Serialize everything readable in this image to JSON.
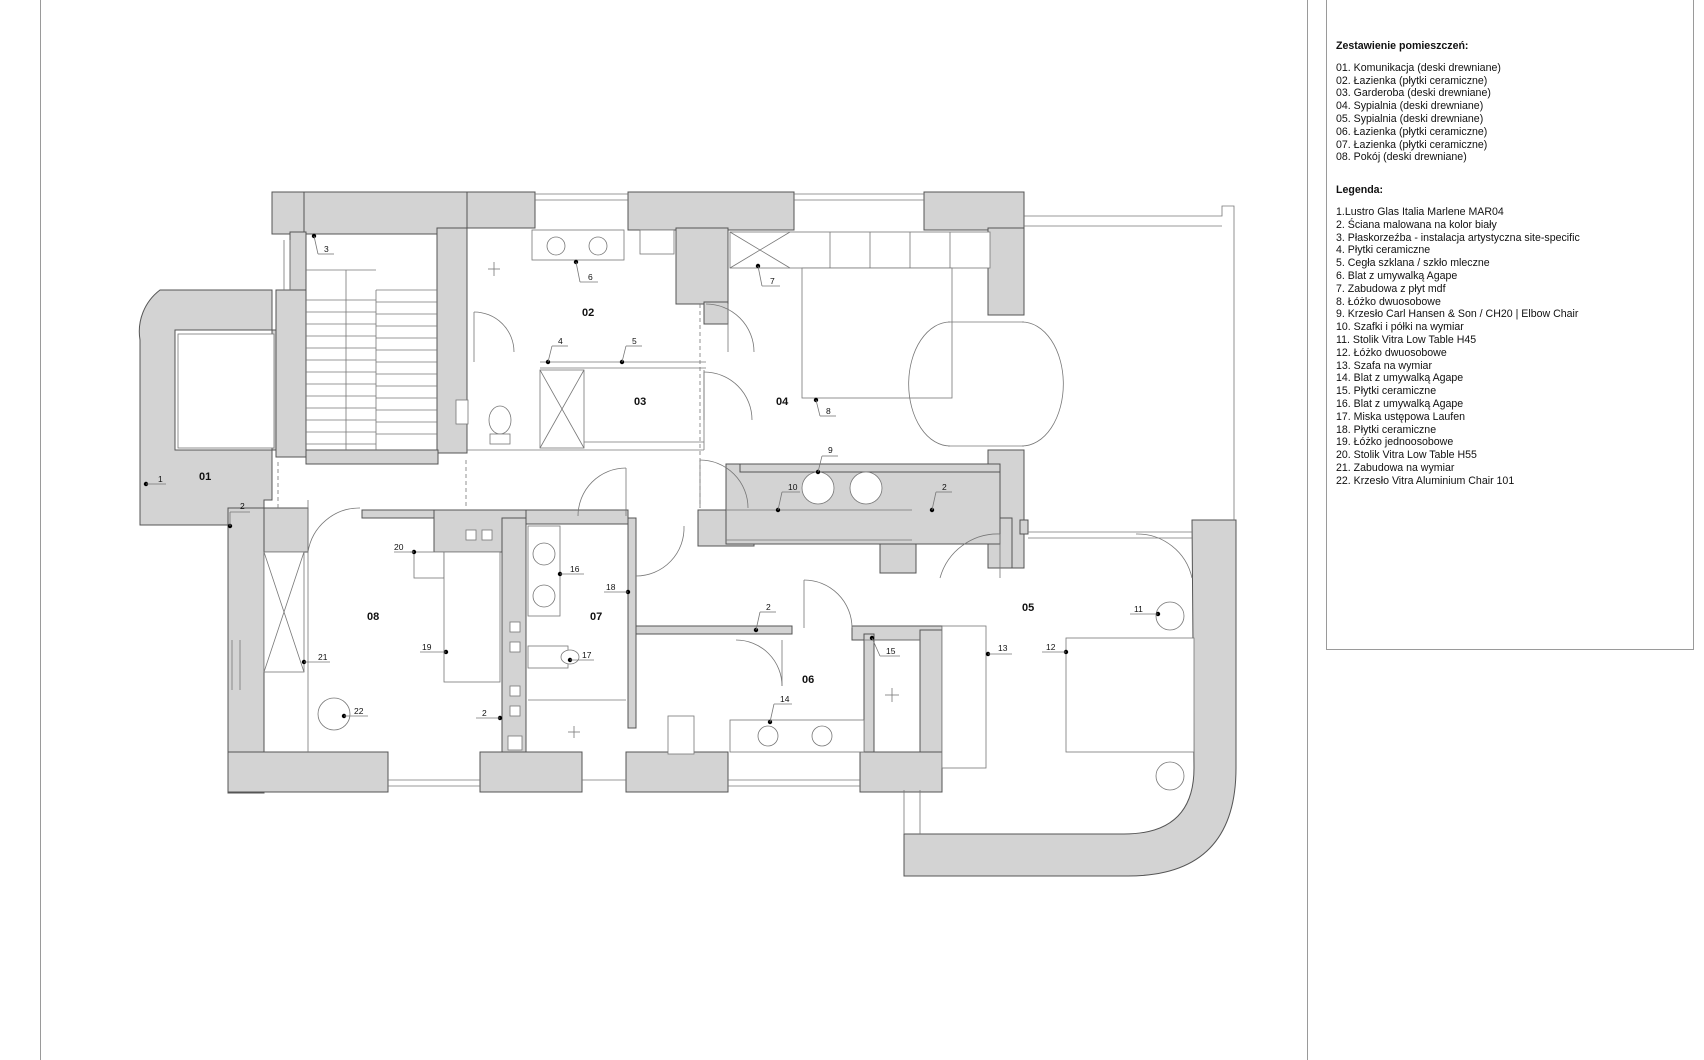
{
  "rooms_heading": "Zestawienie pomieszczeń:",
  "rooms": [
    "01. Komunikacja (deski drewniane)",
    "02. Łazienka (płytki ceramiczne)",
    "03. Garderoba (deski drewniane)",
    "04. Sypialnia (deski drewniane)",
    "05. Sypialnia (deski drewniane)",
    "06. Łazienka (płytki ceramiczne)",
    "07. Łazienka (płytki ceramiczne)",
    "08. Pokój (deski drewniane)"
  ],
  "legend_heading": "Legenda:",
  "legend": [
    "1.Lustro Glas Italia Marlene MAR04",
    "2. Ściana malowana na kolor biały",
    "3. Płaskorzeźba - instalacja artystyczna site-specific",
    "4. Płytki ceramiczne",
    "5. Cegła szklana / szkło mleczne",
    "6. Blat z umywalką Agape",
    "7. Zabudowa z płyt mdf",
    "8. Łóżko dwuosobowe",
    "9. Krzesło Carl Hansen & Son / CH20 | Elbow Chair",
    "10. Szafki i półki na wymiar",
    "11. Stolik Vitra Low Table H45",
    "12. Łóżko dwuosobowe",
    "13. Szafa na wymiar",
    "14. Blat z umywalką Agape",
    "15. Płytki ceramiczne",
    "16. Blat z umywalką Agape",
    "17. Miska ustępowa Laufen",
    "18. Płytki ceramiczne",
    "19. Łóżko jednoosobowe",
    "20. Stolik Vitra Low Table H55",
    "21. Zabudowa na wymiar",
    "22. Krzesło Vitra Aluminium Chair 101"
  ],
  "room_labels": [
    "01",
    "02",
    "03",
    "04",
    "05",
    "06",
    "07",
    "08"
  ],
  "marker_numbers": [
    "1",
    "2",
    "3",
    "4",
    "5",
    "6",
    "7",
    "8",
    "9",
    "10",
    "11",
    "12",
    "13",
    "14",
    "15",
    "16",
    "17",
    "18",
    "19",
    "20",
    "21",
    "22"
  ],
  "colors": {
    "wall_fill": "#d3d3d3",
    "wall_stroke": "#555555",
    "line": "#777777",
    "text": "#111111"
  }
}
